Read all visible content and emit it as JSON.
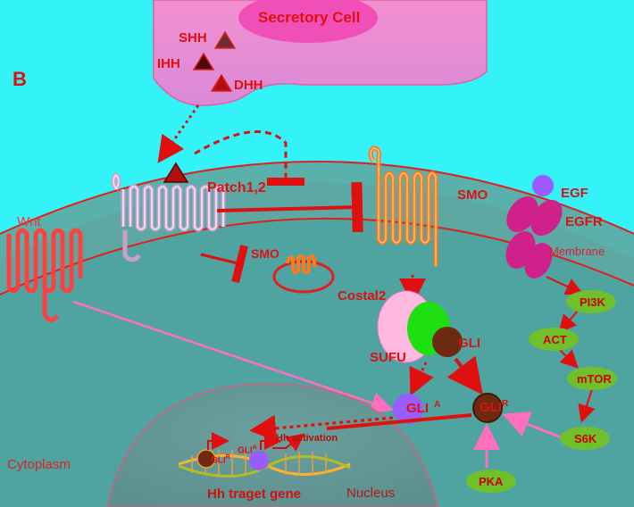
{
  "panel_letter": "B",
  "secretory_cell": "Secretory Cell",
  "ligands": [
    "SHH",
    "IHH",
    "DHH"
  ],
  "receptors": {
    "patched": "Patch1,2",
    "smo": "SMO",
    "smo_internal": "SMO",
    "wnt": "Wnt",
    "egf": "EGF",
    "egfr": "EGFR"
  },
  "regions": {
    "membrane": "Membrane",
    "cytoplasm": "Cytoplasm",
    "nucleus": "Nucleus"
  },
  "complex": {
    "costal2": "Costal2",
    "sufu": "SUFU",
    "gli": "GLI"
  },
  "gli_activator": {
    "base": "GLI",
    "sup": "A"
  },
  "gli_repressor": {
    "base": "GLI",
    "sup": "R"
  },
  "pathway": [
    "PI3K",
    "ACT",
    "mTOR",
    "S6K"
  ],
  "pka": "PKA",
  "nuclear": {
    "gli_r": {
      "base": "GLI",
      "sup": "R"
    },
    "gli_a": {
      "base": "GLI",
      "sup": "A"
    },
    "hh_activation": "Hh activation",
    "target_gene": "Hh traget gene"
  },
  "colors": {
    "background": "#33f3f9",
    "cell_body": "#4fa3a0",
    "secretory": "#e98fcf",
    "red_text": "#e01010",
    "pink_arrow": "#ff6fc0",
    "green_node": "#6fc02a",
    "magenta_egfr": "#d0208a"
  }
}
